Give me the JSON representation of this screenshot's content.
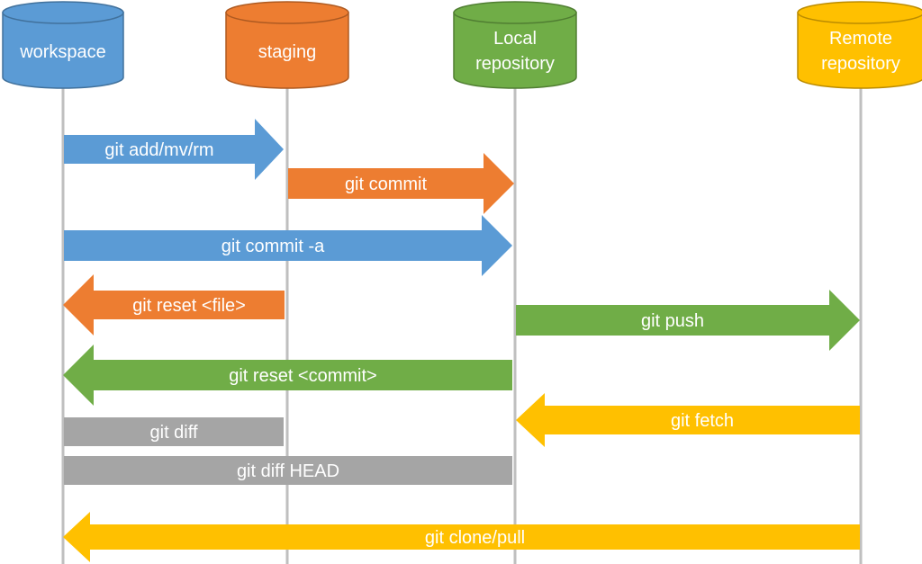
{
  "nodes": {
    "workspace": {
      "lines": [
        "workspace"
      ],
      "color": "#5b9bd5",
      "dark": "#41719c"
    },
    "staging": {
      "lines": [
        "staging"
      ],
      "color": "#ed7d31",
      "dark": "#ae5a21"
    },
    "local": {
      "lines": [
        "Local",
        "repository"
      ],
      "color": "#70ad47",
      "dark": "#507e32"
    },
    "remote": {
      "lines": [
        "Remote",
        "repository"
      ],
      "color": "#ffc000",
      "dark": "#bc8c00"
    }
  },
  "commands": {
    "add": {
      "label": "git add/mv/rm",
      "from": "workspace",
      "to": "staging",
      "color": "#5b9bd5"
    },
    "commit": {
      "label": "git commit",
      "from": "staging",
      "to": "local",
      "color": "#ed7d31"
    },
    "commit_a": {
      "label": "git commit -a",
      "from": "workspace",
      "to": "local",
      "color": "#5b9bd5"
    },
    "reset_file": {
      "label": "git reset <file>",
      "from": "staging",
      "to": "workspace",
      "color": "#ed7d31"
    },
    "push": {
      "label": "git push",
      "from": "local",
      "to": "remote",
      "color": "#70ad47"
    },
    "reset_commit": {
      "label": "git reset <commit>",
      "from": "local",
      "to": "workspace",
      "color": "#70ad47"
    },
    "fetch": {
      "label": "git fetch",
      "from": "remote",
      "to": "local",
      "color": "#ffc000"
    },
    "diff": {
      "label": "git diff",
      "between": [
        "workspace",
        "staging"
      ],
      "color": "#a5a5a5"
    },
    "diff_head": {
      "label": "git diff HEAD",
      "between": [
        "workspace",
        "local"
      ],
      "color": "#a5a5a5"
    },
    "clone_pull": {
      "label": "git clone/pull",
      "from": "remote",
      "to": "workspace",
      "color": "#ffc000"
    }
  },
  "lifeline_color": "#bfbfbf"
}
